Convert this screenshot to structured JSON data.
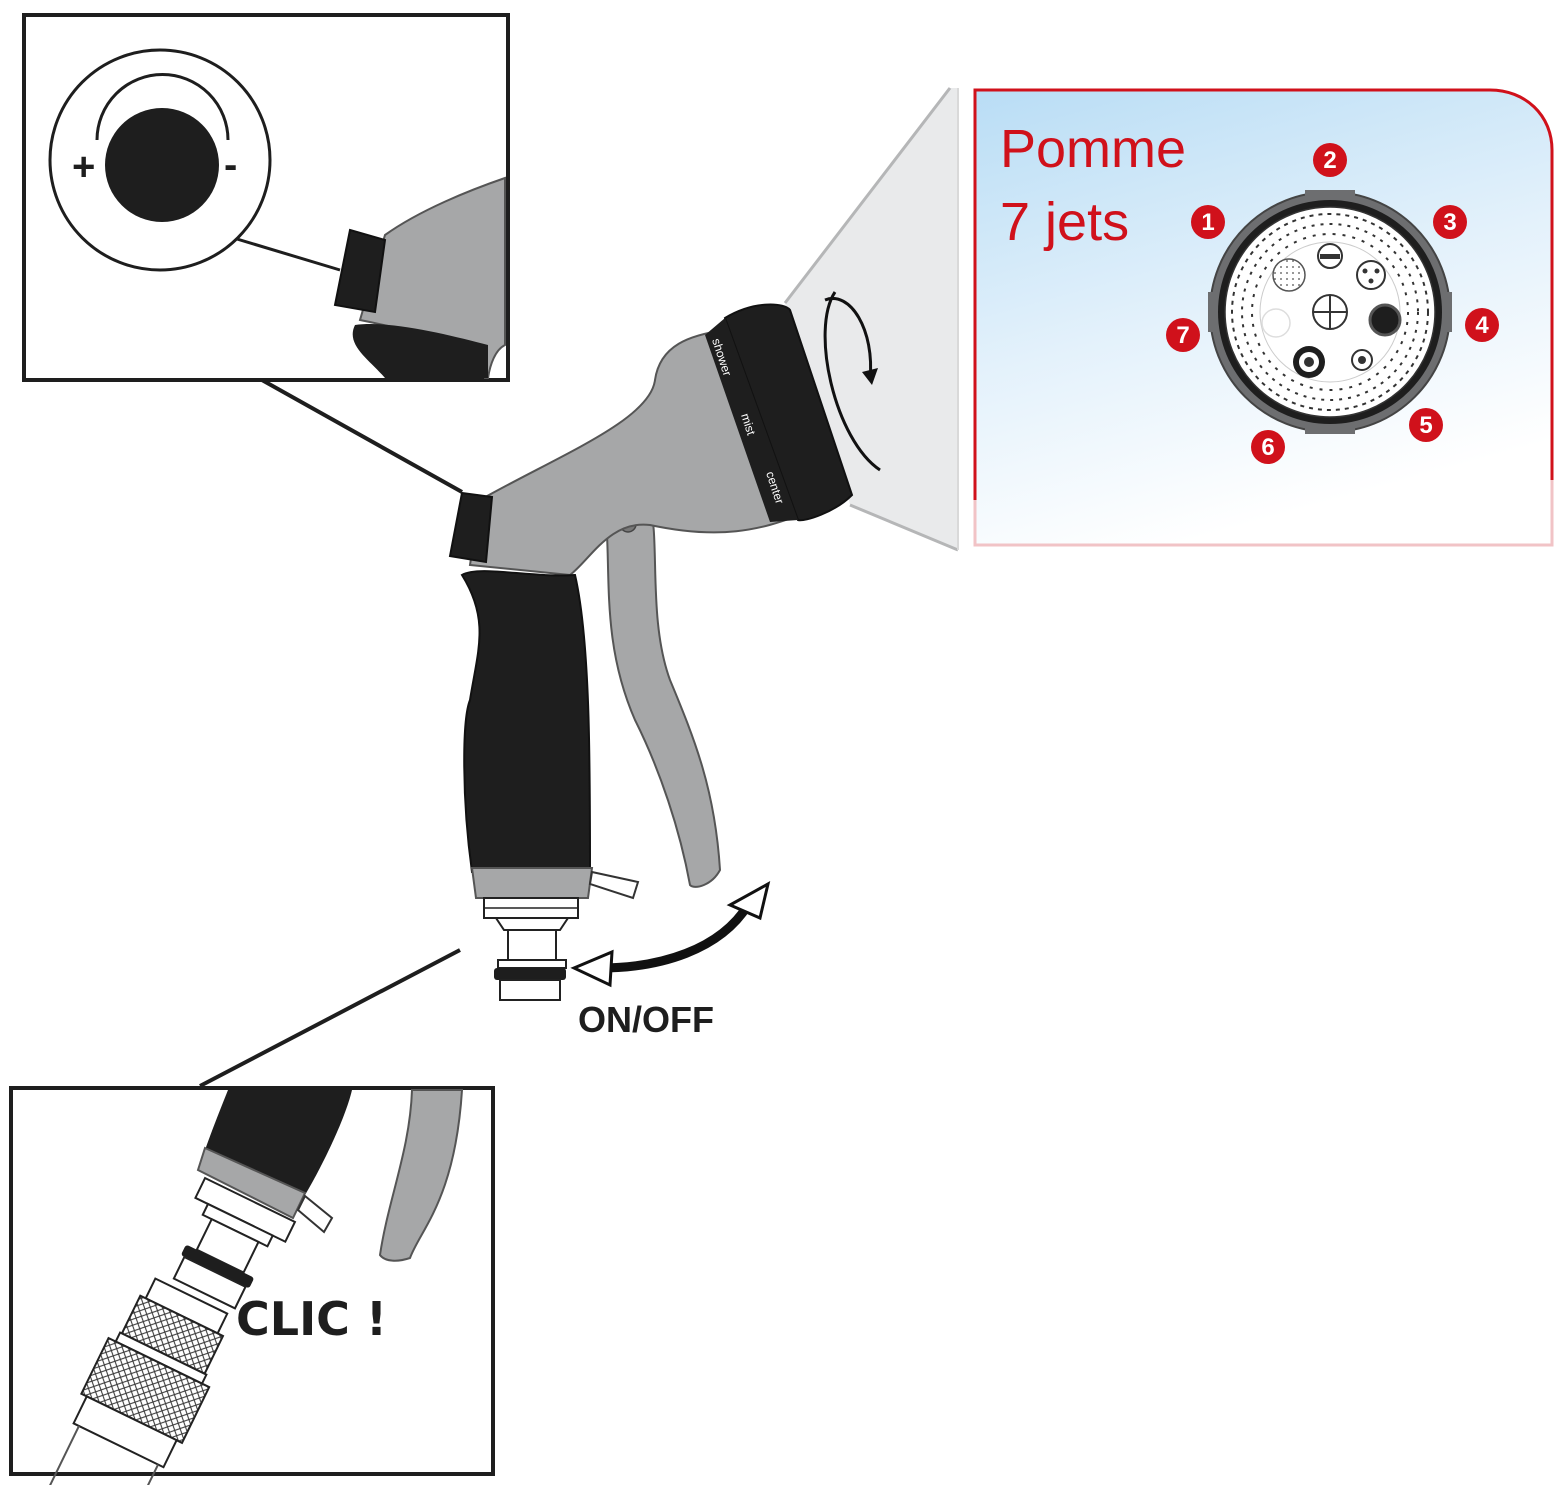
{
  "panel_title": {
    "line1": "Pomme",
    "line2": "7 jets"
  },
  "jet_numbers": [
    "1",
    "2",
    "3",
    "4",
    "5",
    "6",
    "7"
  ],
  "ring_labels": [
    "shower",
    "mist",
    "center"
  ],
  "dial": {
    "plus": "+",
    "minus": "-"
  },
  "on_off_label": "ON/OFF",
  "clic_label": "CLIC !",
  "colors": {
    "accent_red": "#d0111b",
    "body_gray": "#a6a7a8",
    "handle_black": "#1e1e1e"
  },
  "icons": {
    "rotation_arrow": "circular-arrow-icon",
    "on_off_arrow": "double-curved-arrow-icon"
  }
}
